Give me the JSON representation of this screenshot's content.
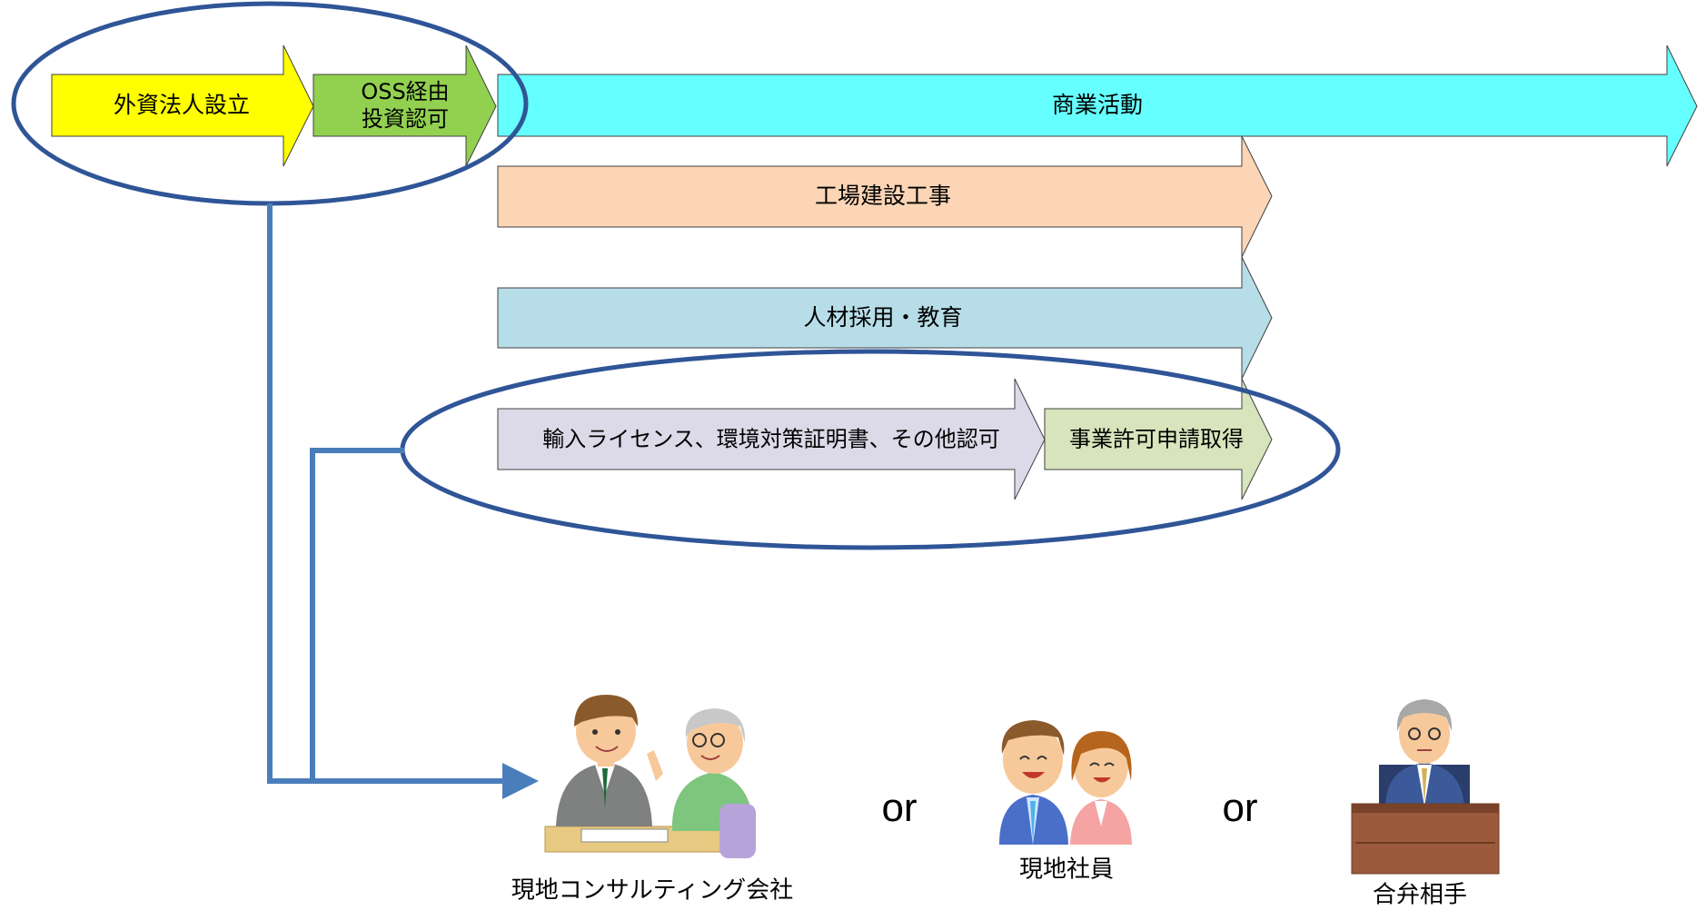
{
  "process": {
    "establish": "外資法人設立",
    "oss_line1": "OSS経由",
    "oss_line2": "投資認可",
    "commerce": "商業活動",
    "factory": "工場建設工事",
    "hiring": "人材採用・教育",
    "licenses": "輸入ライセンス、環境対策証明書、その他認可",
    "business_permit": "事業許可申請取得"
  },
  "options": {
    "or_1": "or",
    "or_2": "or",
    "consulting": "現地コンサルティング会社",
    "local_staff": "現地社員",
    "jv_partner": "合弁相手"
  },
  "colors": {
    "establish": "#ffff00",
    "oss": "#92d050",
    "commerce": "#66ffff",
    "factory": "#fbd5b5",
    "hiring": "#b7dde8",
    "licenses": "#dcd9e8",
    "business_permit": "#d8e4bc",
    "connector": "#4a7ebb",
    "ellipse": "#2f5597"
  }
}
